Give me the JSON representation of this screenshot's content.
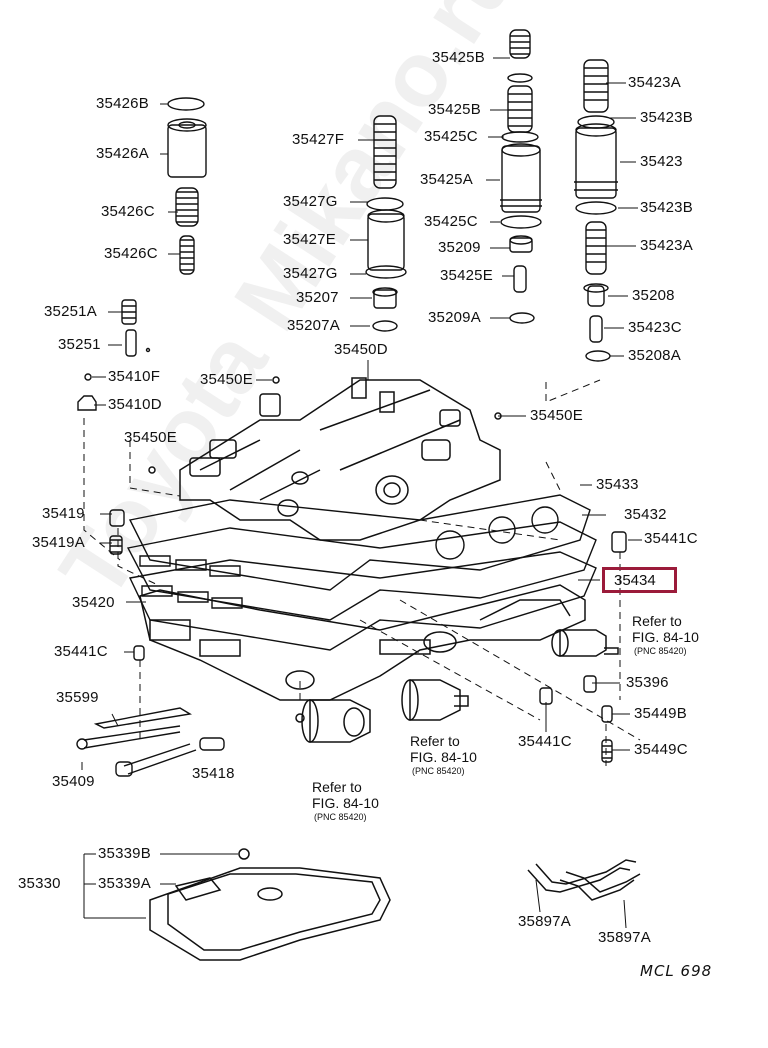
{
  "watermark": "Toyota Mikano.ru",
  "highlight_color": "#9b1b3a",
  "highlighted_part": "35434",
  "drawing_code": "MCL 698",
  "labels": {
    "p35426B": "35426B",
    "p35426A": "35426A",
    "p35426C1": "35426C",
    "p35426C2": "35426C",
    "p35427F": "35427F",
    "p35427G1": "35427G",
    "p35427E": "35427E",
    "p35427G2": "35427G",
    "p35207": "35207",
    "p35207A": "35207A",
    "p35425B1": "35425B",
    "p35425B2": "35425B",
    "p35425C1": "35425C",
    "p35425A": "35425A",
    "p35425C2": "35425C",
    "p35209": "35209",
    "p35425E": "35425E",
    "p35209A": "35209A",
    "p35423A1": "35423A",
    "p35423B1": "35423B",
    "p35423": "35423",
    "p35423B2": "35423B",
    "p35423A2": "35423A",
    "p35208": "35208",
    "p35423C": "35423C",
    "p35208A": "35208A",
    "p35251A": "35251A",
    "p35251": "35251",
    "p35410F": "35410F",
    "p35410D": "35410D",
    "p35450D": "35450D",
    "p35450E1": "35450E",
    "p35450E2": "35450E",
    "p35450E3": "35450E",
    "p35433": "35433",
    "p35432": "35432",
    "p35441C1": "35441C",
    "p35419": "35419",
    "p35419A": "35419A",
    "p35420": "35420",
    "p35441C2": "35441C",
    "p35599": "35599",
    "p35409": "35409",
    "p35418": "35418",
    "p35396": "35396",
    "p35449B": "35449B",
    "p35449C": "35449C",
    "p35441C3": "35441C",
    "p35339B": "35339B",
    "p35330": "35330",
    "p35339A": "35339A",
    "p35897A1": "35897A",
    "p35897A2": "35897A"
  },
  "notes": [
    {
      "refer": "Refer to",
      "fig": "FIG. 84-10",
      "pnc": "(PNC 85420)"
    },
    {
      "refer": "Refer to",
      "fig": "FIG. 84-10",
      "pnc": "(PNC 85420)"
    },
    {
      "refer": "Refer to",
      "fig": "FIG. 84-10",
      "pnc": "(PNC 85420)"
    }
  ]
}
